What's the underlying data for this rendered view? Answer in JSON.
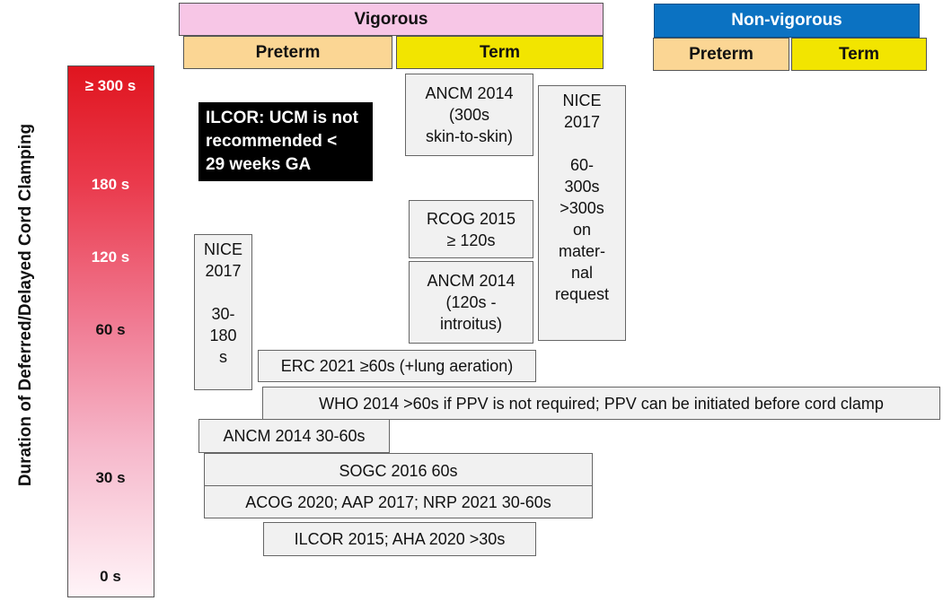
{
  "headers": {
    "vigorous": "Vigorous",
    "non_vigorous": "Non-vigorous",
    "preterm": "Preterm",
    "term": "Term"
  },
  "axis": {
    "label": "Duration of Deferred/Delayed Cord Clamping",
    "ticks": [
      "≥ 300 s",
      "180 s",
      "120 s",
      "60 s",
      "30 s",
      "0 s"
    ]
  },
  "boxes": {
    "ilcor_ucm": "ILCOR: UCM is not\nrecommended <\n29 weeks GA",
    "ancm_term_300": "ANCM 2014\n(300s\nskin-to-skin)",
    "nice_term": "NICE\n2017\n\n60-\n300s\n>300s\non\nmater-\nnal\nrequest",
    "rcog": "RCOG 2015\n≥ 120s",
    "ancm_term_120": "ANCM 2014\n(120s -\nintroitus)",
    "nice_preterm": "NICE\n2017\n\n30-\n180\ns",
    "erc": "ERC 2021 ≥60s (+lung aeration)",
    "who": "WHO 2014 >60s if PPV is not required; PPV can be initiated before cord clamp",
    "ancm_preterm": "ANCM 2014 30-60s",
    "sogc": "SOGC 2016 60s",
    "acog": "ACOG 2020; AAP 2017; NRP 2021 30-60s",
    "ilcor_aha": "ILCOR 2015; AHA 2020 >30s"
  },
  "colors": {
    "vigorous": "#f7c6e6",
    "non_vigorous": "#0b72c2",
    "preterm": "#fbd694",
    "term": "#f2e500",
    "bar_top": "#e0151f",
    "bar_bottom": "#fff4f8"
  }
}
